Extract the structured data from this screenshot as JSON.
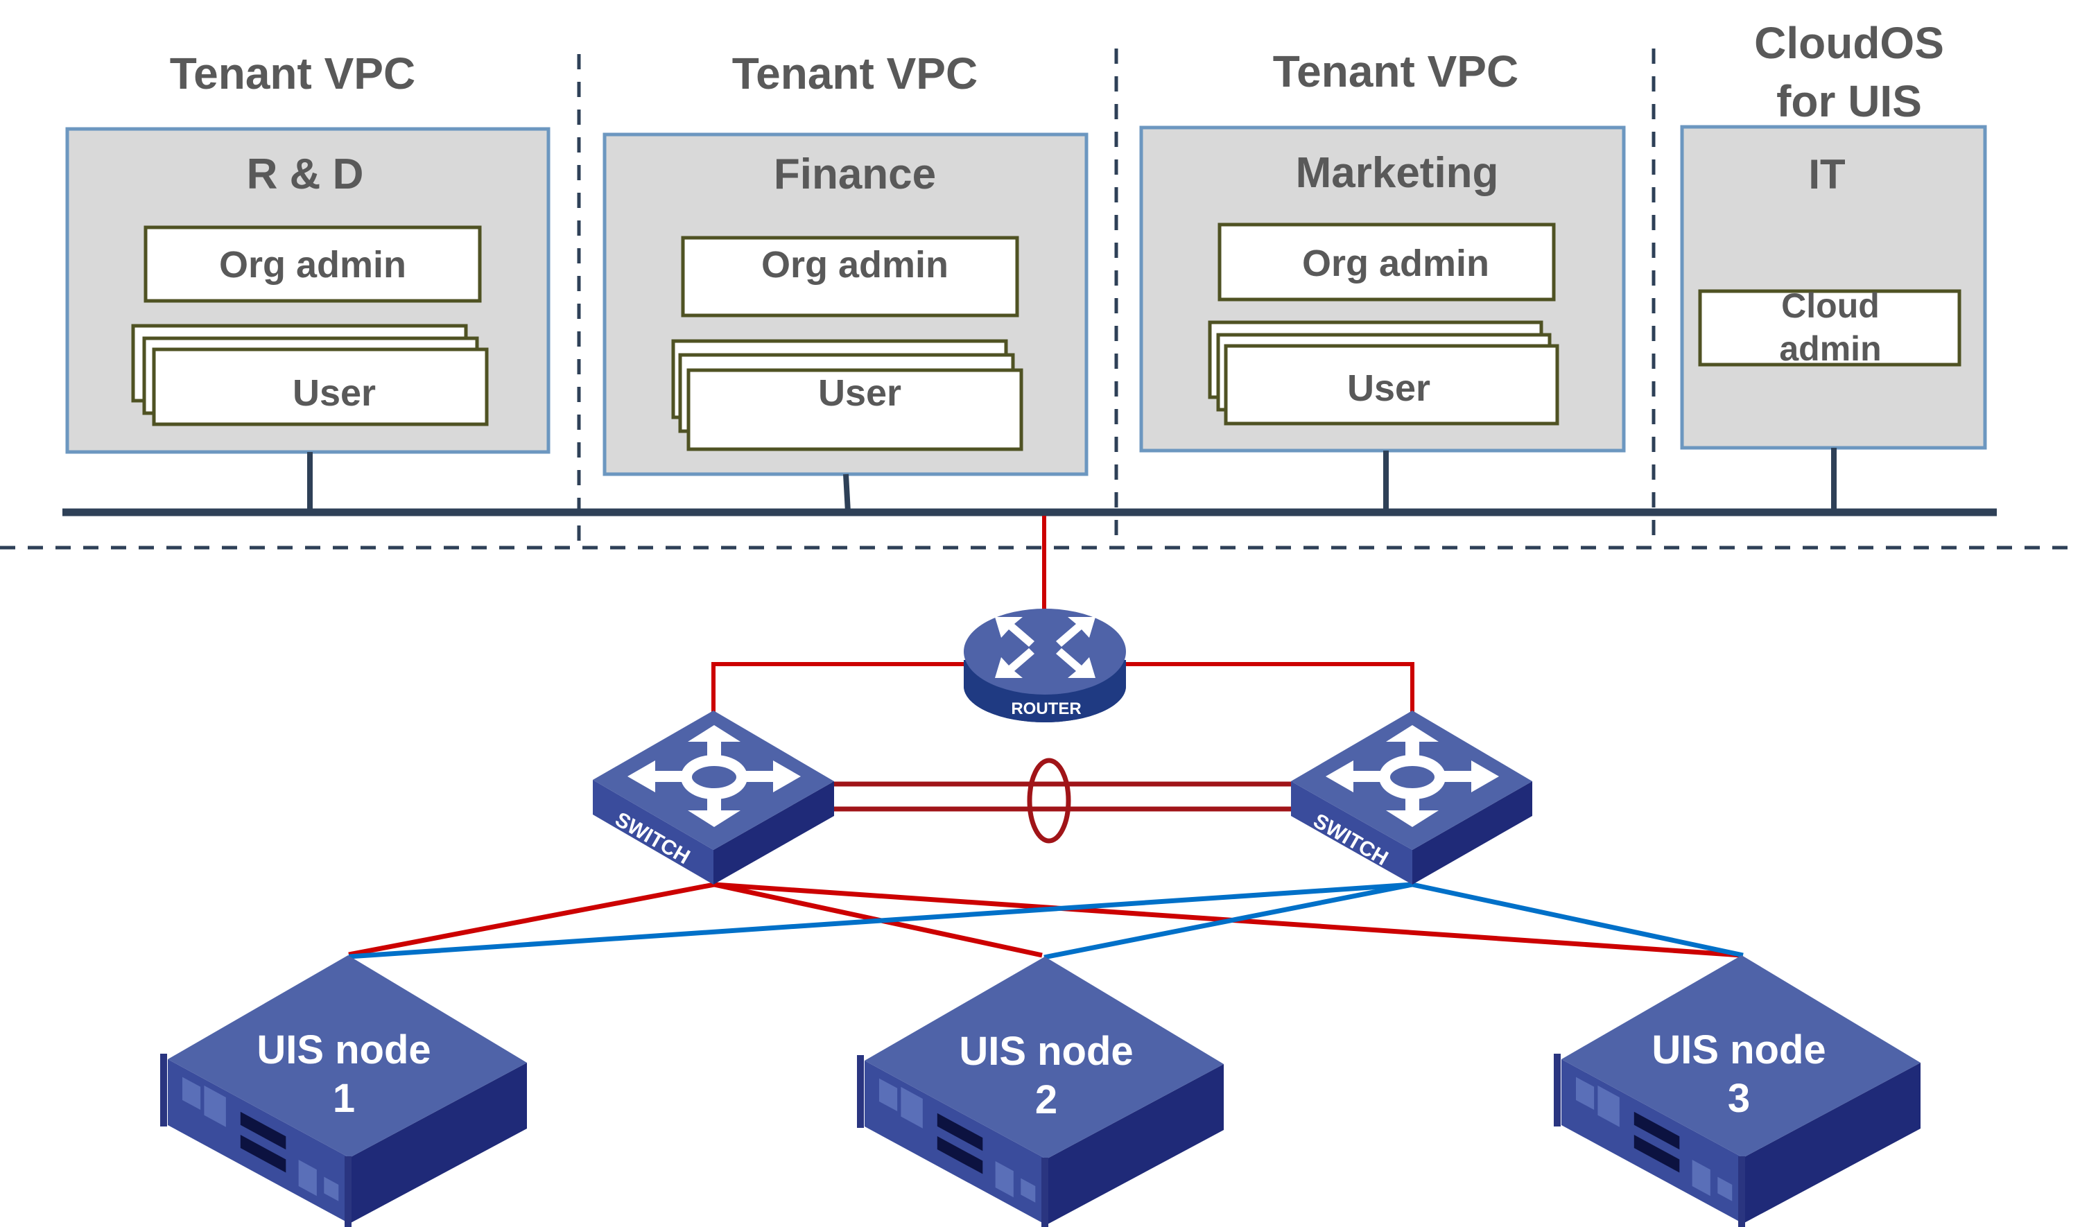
{
  "colors": {
    "text": "#595959",
    "tenant_box_fill": "#d9d9d9",
    "tenant_box_border": "#6c97c0",
    "role_box_border": "#4f5223",
    "bus": "#2e4057",
    "router_link": "#cc0000",
    "irf_link": "#a01418",
    "switch_a_link": "#cc0000",
    "switch_b_link": "#0070c8",
    "device_top": "#4f63a8",
    "device_side": "#1f2a78"
  },
  "tenants": [
    {
      "header": "Tenant VPC",
      "org": "R & D",
      "admin": "Org admin",
      "user": "User"
    },
    {
      "header": "Tenant VPC",
      "org": "Finance",
      "admin": "Org admin",
      "user": "User"
    },
    {
      "header": "Tenant VPC",
      "org": "Marketing",
      "admin": "Org admin",
      "user": "User"
    }
  ],
  "cloudos": {
    "header_line1": "CloudOS",
    "header_line2": "for UIS",
    "org": "IT",
    "admin_line1": "Cloud",
    "admin_line2": "admin"
  },
  "router": {
    "label": "ROUTER"
  },
  "switches": [
    {
      "label": "SWITCH"
    },
    {
      "label": "SWITCH"
    }
  ],
  "nodes": [
    {
      "line1": "UIS node",
      "line2": "1"
    },
    {
      "line1": "UIS node",
      "line2": "2"
    },
    {
      "line1": "UIS node",
      "line2": "3"
    }
  ]
}
